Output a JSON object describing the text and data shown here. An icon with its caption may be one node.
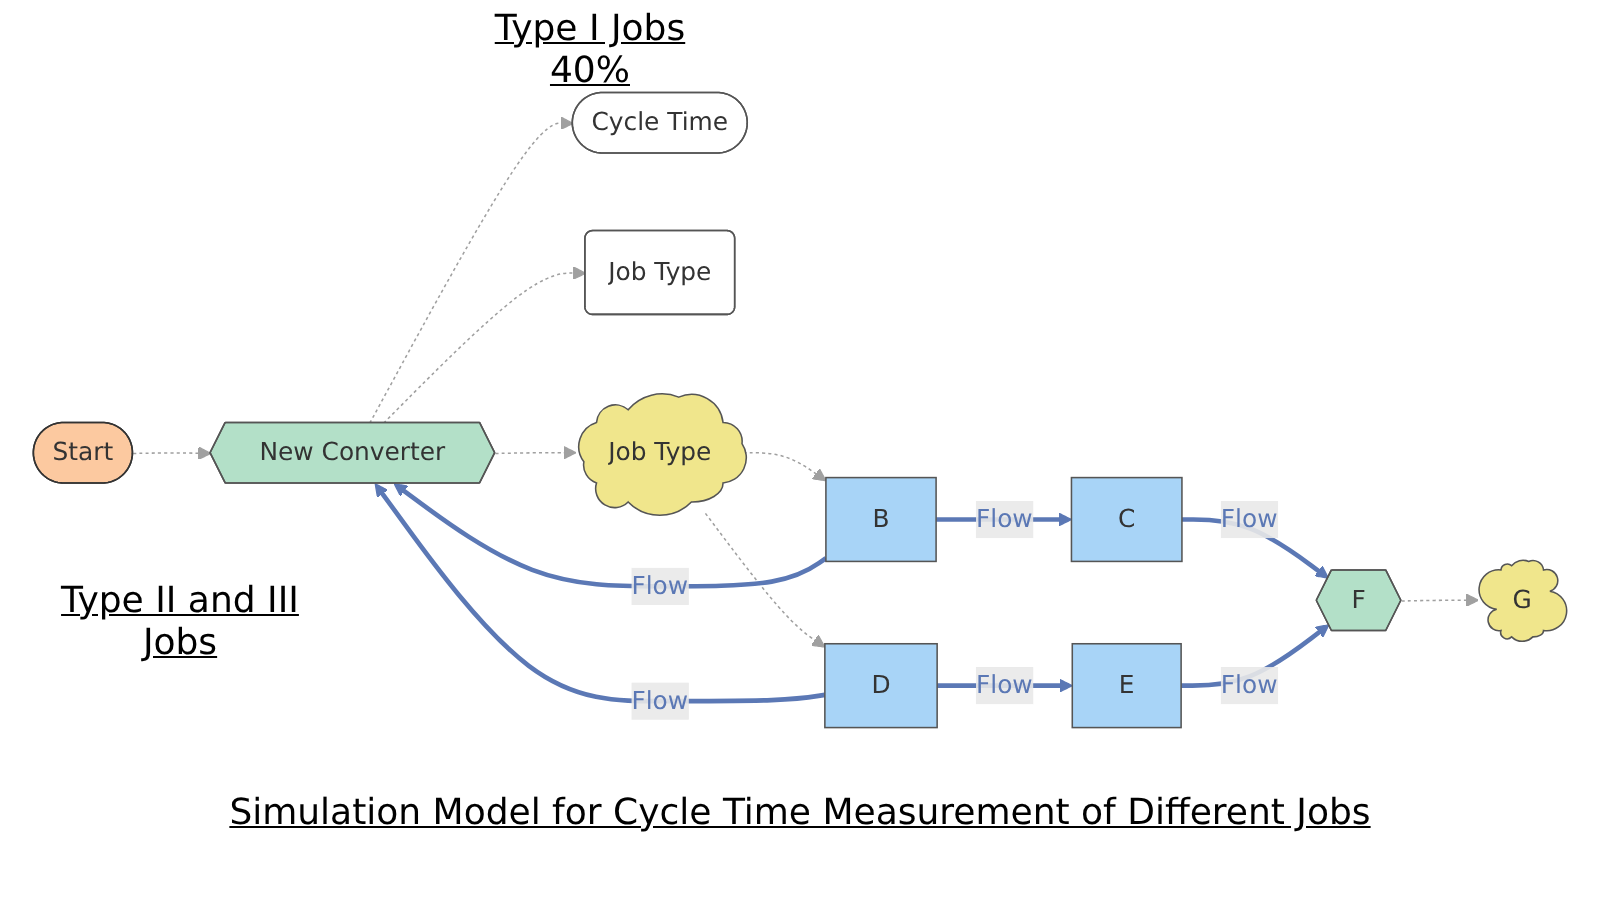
{
  "diagram": {
    "caption": "Simulation Model for Cycle Time Measurement of Different Jobs",
    "nodes": [
      {
        "text": [
          "Start"
        ]
      },
      {
        "text": [
          "New Converter"
        ]
      },
      {
        "text": [
          "Job Type"
        ]
      },
      {
        "text": [
          "B"
        ]
      },
      {
        "text": [
          "C"
        ]
      },
      {
        "text": [
          "D"
        ]
      },
      {
        "text": [
          "E"
        ]
      },
      {
        "text": [
          "F"
        ]
      },
      {
        "text": [
          "G"
        ]
      },
      {
        "text": [
          "Cycle Time"
        ]
      },
      {
        "text": [
          "Job Type"
        ]
      }
    ],
    "edges": [
      {
        "from": 0,
        "to": 1,
        "arrow": "to",
        "style": "dashed"
      },
      {
        "from": 1,
        "to": 2,
        "arrow": "to",
        "style": "dashed"
      },
      {
        "from": 2,
        "to": 3,
        "arrow": "to",
        "style": "dashed"
      },
      {
        "from": 2,
        "to": 5,
        "arrow": "to",
        "style": "dashed"
      },
      {
        "from": 3,
        "to": 1,
        "arrow": "to",
        "label": "Flow",
        "style": "thick",
        "color": "#5b78b5"
      },
      {
        "from": 5,
        "to": 1,
        "arrow": "to",
        "label": "Flow",
        "style": "thick",
        "color": "#5b78b5"
      },
      {
        "from": 3,
        "to": 4,
        "arrow": "to",
        "label": "Flow",
        "style": "thick",
        "color": "#5b78b5"
      },
      {
        "from": 4,
        "to": 7,
        "arrow": "to",
        "label": "Flow",
        "style": "thick",
        "color": "#5b78b5"
      },
      {
        "from": 5,
        "to": 6,
        "arrow": "to",
        "label": "Flow",
        "style": "thick",
        "color": "#5b78b5"
      },
      {
        "from": 6,
        "to": 7,
        "arrow": "to",
        "label": "Flow",
        "style": "thick",
        "color": "#5b78b5"
      },
      {
        "from": 7,
        "to": 8,
        "arrow": "to",
        "style": "dashed"
      },
      {
        "from": 1,
        "to": 9,
        "arrow": "to",
        "style": "dashed"
      },
      {
        "from": 1,
        "to": 10,
        "arrow": "to",
        "style": "dashed"
      }
    ],
    "labels": [
      "Type I Jobs 40%",
      "Type II and III Jobs"
    ]
  }
}
